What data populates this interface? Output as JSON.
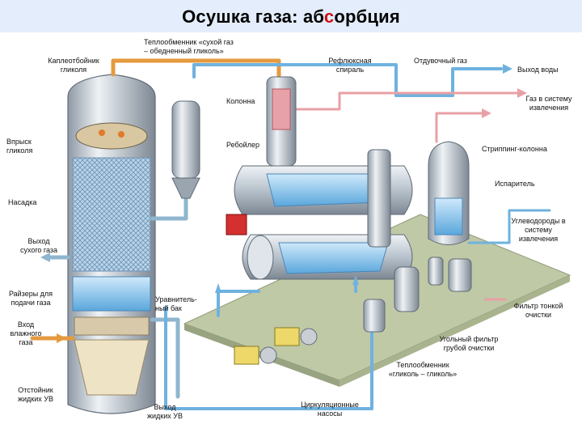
{
  "title": {
    "part1": "Осушка газа: аб",
    "part2": "с",
    "part3": "орбция",
    "highlight_color": "#cc1111"
  },
  "colors": {
    "background": "#ffffff",
    "title_bar": "#e4edfb",
    "platform": "#bfc9a6",
    "pipe_glycol": "#e59a3f",
    "pipe_water": "#6fb2df",
    "pipe_gas": "#8fb6cf",
    "vessel": "#c6ced6"
  },
  "labels": {
    "knockout": [
      "Каплеотбойник",
      "гликоля"
    ],
    "heat_exchanger_dry": [
      "Теплообменник «сухой газ",
      "– обедненный гликоль»"
    ],
    "reflux_coil": [
      "Рефлюксная",
      "спираль"
    ],
    "vent_gas": [
      "Отдувочный газ"
    ],
    "water_outlet": [
      "Выход воды"
    ],
    "gas_recovery": [
      "Газ в систему",
      "извлечения"
    ],
    "column": [
      "Колонна"
    ],
    "glycol_injection": [
      "Впрыск",
      "гликоля"
    ],
    "reboiler": [
      "Ребойлер"
    ],
    "stripping_column": [
      "Стриппинг-колонна"
    ],
    "evaporator": [
      "Испаритель"
    ],
    "packing": [
      "Насадка"
    ],
    "hydrocarbons": [
      "Углеводороды в",
      "систему",
      "извлечения"
    ],
    "dry_gas_outlet": [
      "Выход",
      "сухого газа"
    ],
    "risers": [
      "Райзеры для",
      "подачи газа"
    ],
    "surge_tank": [
      "Уравнитель-",
      "ный бак"
    ],
    "fine_filter": [
      "Фильтр тонкой",
      "очистки"
    ],
    "wet_gas_inlet": [
      "Вход",
      "влажного",
      "газа"
    ],
    "carbon_filter": [
      "Угольный фильтр",
      "грубой очистки"
    ],
    "glycol_exchanger": [
      "Теплообменник",
      "«гликоль – гликоль»"
    ],
    "settler": [
      "Отстойник",
      "жидких УВ"
    ],
    "liquid_outlet": [
      "Выход",
      "жидких УВ"
    ],
    "circ_pumps": [
      "Циркуляционные",
      "насосы"
    ]
  }
}
